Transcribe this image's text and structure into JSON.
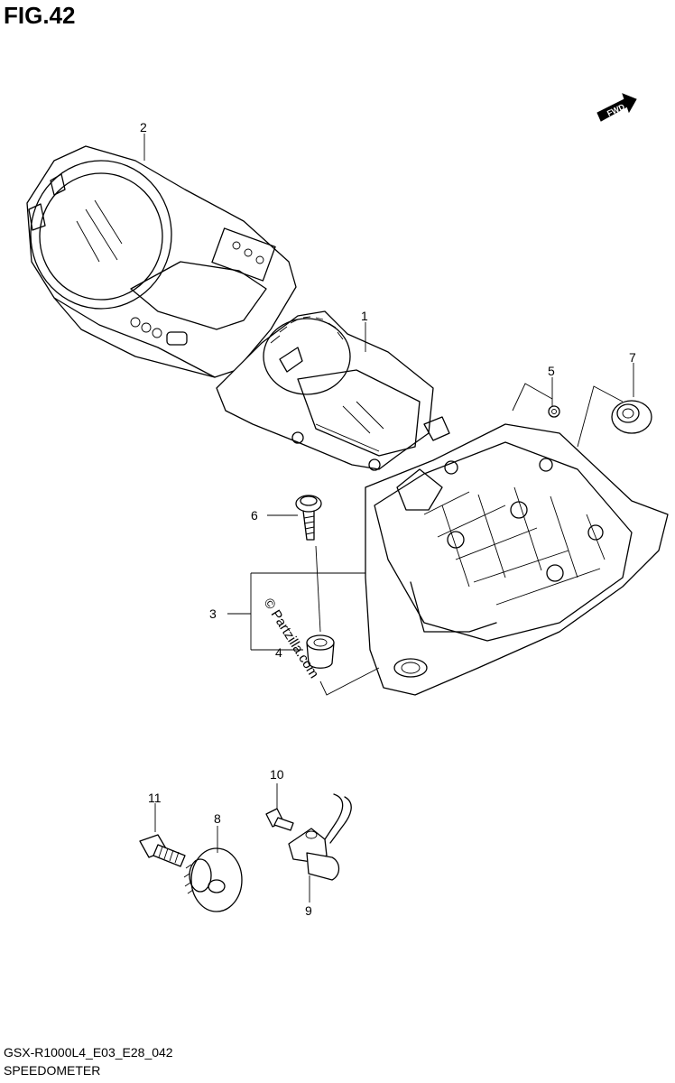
{
  "figure": {
    "title": "FIG.42",
    "code": "GSX-R1000L4_E03_E28_042",
    "name": "SPEEDOMETER",
    "watermark": "© Partzilla.com",
    "fwd_label": "FWD"
  },
  "callouts": [
    {
      "id": "1",
      "label": "1"
    },
    {
      "id": "2",
      "label": "2"
    },
    {
      "id": "3",
      "label": "3"
    },
    {
      "id": "4",
      "label": "4"
    },
    {
      "id": "5",
      "label": "5"
    },
    {
      "id": "6",
      "label": "6"
    },
    {
      "id": "7",
      "label": "7"
    },
    {
      "id": "8",
      "label": "8"
    },
    {
      "id": "9",
      "label": "9"
    },
    {
      "id": "10",
      "label": "10"
    },
    {
      "id": "11",
      "label": "11"
    }
  ]
}
